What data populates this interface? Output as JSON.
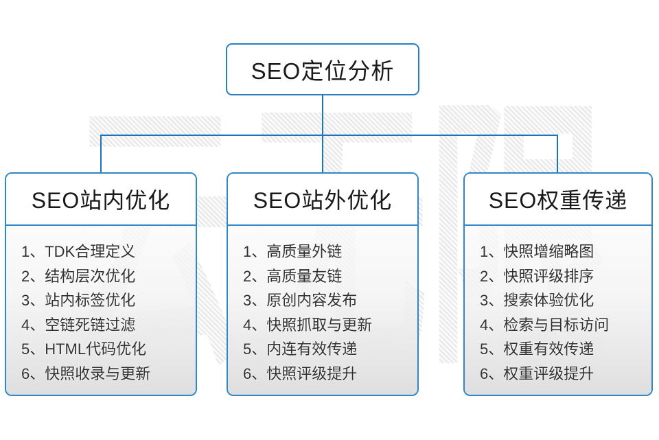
{
  "diagram": {
    "root_title": "SEO定位分析",
    "watermark": "云无限",
    "columns": [
      {
        "title": "SEO站内优化",
        "items": [
          "1、TDK合理定义",
          "2、结构层次优化",
          "3、站内标签优化",
          "4、空链死链过滤",
          "5、HTML代码优化",
          "6、快照收录与更新"
        ]
      },
      {
        "title": "SEO站外优化",
        "items": [
          "1、高质量外链",
          "2、高质量友链",
          "3、原创内容发布",
          "4、快照抓取与更新",
          "5、内连有效传递",
          "6、快照评级提升"
        ]
      },
      {
        "title": "SEO权重传递",
        "items": [
          "1、快照增缩略图",
          "2、快照评级排序",
          "3、搜索体验优化",
          "4、检索与目标访问",
          "5、权重有效传递",
          "6、权重评级提升"
        ]
      }
    ],
    "colors": {
      "connector_blue": "#1d73bc",
      "border_blue": "#2f86c9",
      "panel_gradient_bottom": "#dddddd",
      "watermark_gray": "#e7e7e7",
      "heading_text": "#191919",
      "item_text": "#313131",
      "background": "#ffffff"
    }
  }
}
